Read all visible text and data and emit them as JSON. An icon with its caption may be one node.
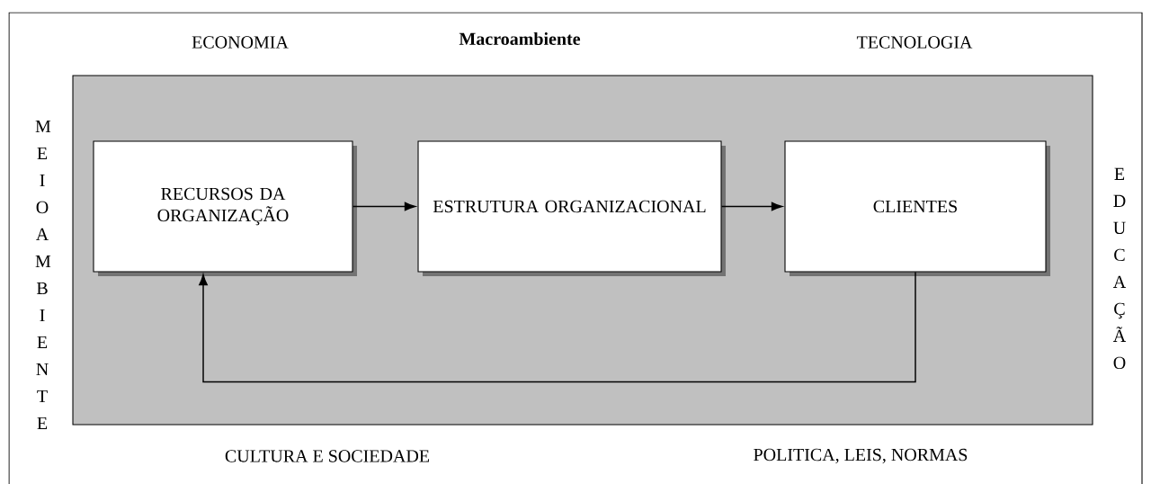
{
  "diagram": {
    "title": "Macroambiente",
    "nodes": [
      {
        "text": [],
        "shape": "box"
      },
      {
        "text": [
          "RECURSOS DA ORGANIZAÇÃO"
        ],
        "in": 0
      },
      {
        "text": [
          "ESTRUTURA ORGANIZACIONAL"
        ],
        "in": 0
      },
      {
        "text": [
          "CLIENTES"
        ],
        "in": 0
      }
    ],
    "edges": [
      {
        "from": 1,
        "to": 2,
        "arrow": "to"
      },
      {
        "from": 2,
        "to": 3,
        "arrow": "to"
      },
      {
        "from": 3,
        "to": 1,
        "arrow": "to"
      }
    ],
    "labels": [
      "ECONOMIA",
      "TECNOLOGIA",
      "MEIO AMBIENTE",
      "EDUCAÇÃO",
      "CULTURA E SOCIEDADE",
      "POLITICA, LEIS, NORMAS"
    ]
  }
}
